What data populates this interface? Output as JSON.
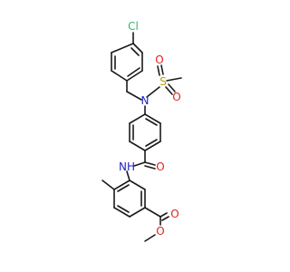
{
  "atoms": {
    "chlorine": {
      "label": "Cl",
      "color": "#3cb371"
    },
    "sulfonamide_nitrogen": {
      "label": "N",
      "color": "#2222cc"
    },
    "sulfur": {
      "label": "S",
      "color": "#b8a000"
    },
    "sulfonyl_oxygen_top": {
      "label": "O",
      "color": "#dd2222"
    },
    "sulfonyl_oxygen_right": {
      "label": "O",
      "color": "#dd2222"
    },
    "amide_nh": {
      "label": "NH",
      "color": "#2222cc"
    },
    "amide_oxygen": {
      "label": "O",
      "color": "#dd2222"
    },
    "ester_carbonyl_oxygen": {
      "label": "O",
      "color": "#dd2222"
    },
    "ester_ether_oxygen": {
      "label": "O",
      "color": "#dd2222"
    }
  },
  "colors": {
    "bond": "#1a1a1a",
    "background": "#ffffff"
  }
}
